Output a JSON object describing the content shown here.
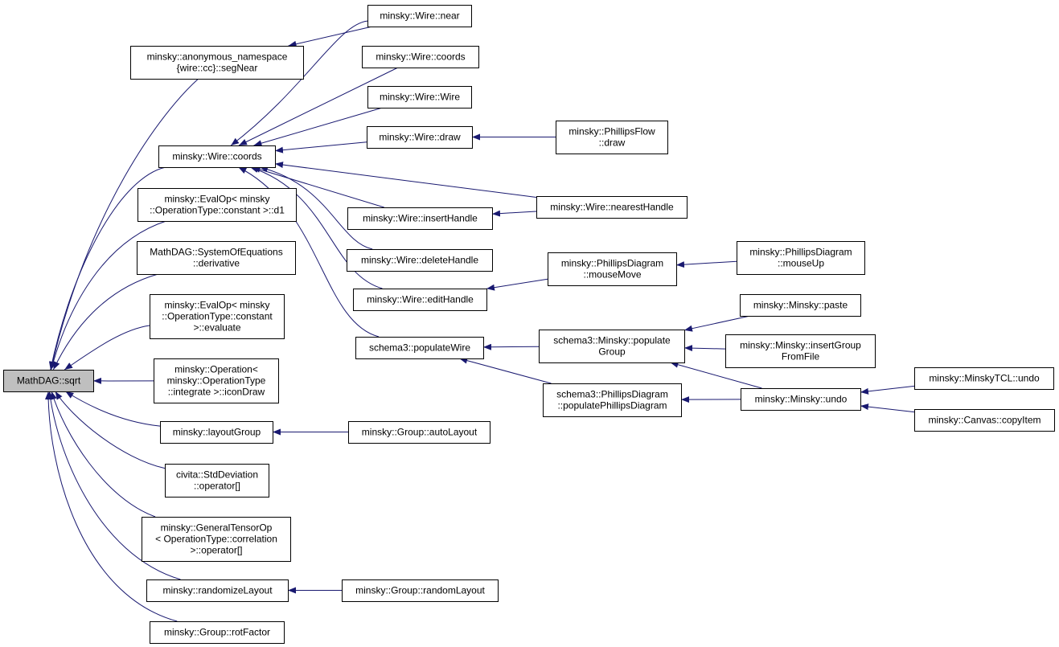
{
  "colors": {
    "edge": "#191970",
    "node_border": "#000000",
    "node_fill": "#ffffff",
    "root_fill": "#bfbfbf",
    "text": "#000000"
  },
  "nodes": [
    {
      "id": "sqrt",
      "lines": [
        "MathDAG::sqrt"
      ],
      "root": true
    },
    {
      "id": "segNear",
      "lines": [
        "minsky::anonymous_namespace",
        "{wire::cc}::segNear"
      ]
    },
    {
      "id": "wireCoordsMain",
      "lines": [
        "minsky::Wire::coords"
      ]
    },
    {
      "id": "evalD1",
      "lines": [
        "minsky::EvalOp< minsky",
        "::OperationType::constant >::d1"
      ]
    },
    {
      "id": "derivative",
      "lines": [
        "MathDAG::SystemOfEquations",
        "::derivative"
      ]
    },
    {
      "id": "evaluate",
      "lines": [
        "minsky::EvalOp< minsky",
        "::OperationType::constant",
        ">::evaluate"
      ]
    },
    {
      "id": "iconDraw",
      "lines": [
        "minsky::Operation<",
        "minsky::OperationType",
        "::integrate >::iconDraw"
      ]
    },
    {
      "id": "layoutGroup",
      "lines": [
        "minsky::layoutGroup"
      ]
    },
    {
      "id": "stdDev",
      "lines": [
        "civita::StdDeviation",
        "::operator[]"
      ]
    },
    {
      "id": "genTensor",
      "lines": [
        "minsky::GeneralTensorOp",
        "< OperationType::correlation",
        ">::operator[]"
      ]
    },
    {
      "id": "randomizeLayout",
      "lines": [
        "minsky::randomizeLayout"
      ]
    },
    {
      "id": "rotFactor",
      "lines": [
        "minsky::Group::rotFactor"
      ]
    },
    {
      "id": "wireNear",
      "lines": [
        "minsky::Wire::near"
      ]
    },
    {
      "id": "wireCoords2",
      "lines": [
        "minsky::Wire::coords"
      ]
    },
    {
      "id": "wireWire",
      "lines": [
        "minsky::Wire::Wire"
      ]
    },
    {
      "id": "wireDraw",
      "lines": [
        "minsky::Wire::draw"
      ]
    },
    {
      "id": "insertHandle",
      "lines": [
        "minsky::Wire::insertHandle"
      ]
    },
    {
      "id": "deleteHandle",
      "lines": [
        "minsky::Wire::deleteHandle"
      ]
    },
    {
      "id": "editHandle",
      "lines": [
        "minsky::Wire::editHandle"
      ]
    },
    {
      "id": "populateWire",
      "lines": [
        "schema3::populateWire"
      ]
    },
    {
      "id": "autoLayout",
      "lines": [
        "minsky::Group::autoLayout"
      ]
    },
    {
      "id": "randomLayout",
      "lines": [
        "minsky::Group::randomLayout"
      ]
    },
    {
      "id": "phillipsFlowDraw",
      "lines": [
        "minsky::PhillipsFlow",
        "::draw"
      ]
    },
    {
      "id": "nearestHandle",
      "lines": [
        "minsky::Wire::nearestHandle"
      ]
    },
    {
      "id": "mouseMove",
      "lines": [
        "minsky::PhillipsDiagram",
        "::mouseMove"
      ]
    },
    {
      "id": "mouseUp",
      "lines": [
        "minsky::PhillipsDiagram",
        "::mouseUp"
      ]
    },
    {
      "id": "populateGroup",
      "lines": [
        "schema3::Minsky::populate",
        "Group"
      ]
    },
    {
      "id": "populatePD",
      "lines": [
        "schema3::PhillipsDiagram",
        "::populatePhillipsDiagram"
      ]
    },
    {
      "id": "paste",
      "lines": [
        "minsky::Minsky::paste"
      ]
    },
    {
      "id": "insertGroupFromFile",
      "lines": [
        "minsky::Minsky::insertGroup",
        "FromFile"
      ]
    },
    {
      "id": "minskyUndo",
      "lines": [
        "minsky::Minsky::undo"
      ]
    },
    {
      "id": "tclUndo",
      "lines": [
        "minsky::MinskyTCL::undo"
      ]
    },
    {
      "id": "copyItem",
      "lines": [
        "minsky::Canvas::copyItem"
      ]
    }
  ],
  "edges": [
    {
      "from": "segNear",
      "to": "sqrt"
    },
    {
      "from": "wireCoordsMain",
      "to": "sqrt"
    },
    {
      "from": "evalD1",
      "to": "sqrt"
    },
    {
      "from": "derivative",
      "to": "sqrt"
    },
    {
      "from": "evaluate",
      "to": "sqrt"
    },
    {
      "from": "iconDraw",
      "to": "sqrt"
    },
    {
      "from": "layoutGroup",
      "to": "sqrt"
    },
    {
      "from": "stdDev",
      "to": "sqrt"
    },
    {
      "from": "genTensor",
      "to": "sqrt"
    },
    {
      "from": "randomizeLayout",
      "to": "sqrt"
    },
    {
      "from": "rotFactor",
      "to": "sqrt"
    },
    {
      "from": "wireNear",
      "to": "segNear"
    },
    {
      "from": "wireNear",
      "to": "wireCoordsMain"
    },
    {
      "from": "wireCoords2",
      "to": "wireCoordsMain"
    },
    {
      "from": "wireWire",
      "to": "wireCoordsMain"
    },
    {
      "from": "wireDraw",
      "to": "wireCoordsMain"
    },
    {
      "from": "nearestHandle",
      "to": "wireCoordsMain"
    },
    {
      "from": "insertHandle",
      "to": "wireCoordsMain"
    },
    {
      "from": "deleteHandle",
      "to": "wireCoordsMain"
    },
    {
      "from": "editHandle",
      "to": "wireCoordsMain"
    },
    {
      "from": "populateWire",
      "to": "wireCoordsMain"
    },
    {
      "from": "autoLayout",
      "to": "layoutGroup"
    },
    {
      "from": "randomLayout",
      "to": "randomizeLayout"
    },
    {
      "from": "phillipsFlowDraw",
      "to": "wireDraw"
    },
    {
      "from": "nearestHandle",
      "to": "insertHandle"
    },
    {
      "from": "mouseMove",
      "to": "editHandle"
    },
    {
      "from": "mouseUp",
      "to": "mouseMove"
    },
    {
      "from": "populateGroup",
      "to": "populateWire"
    },
    {
      "from": "populatePD",
      "to": "populateWire"
    },
    {
      "from": "paste",
      "to": "populateGroup"
    },
    {
      "from": "insertGroupFromFile",
      "to": "populateGroup"
    },
    {
      "from": "minskyUndo",
      "to": "populateGroup"
    },
    {
      "from": "minskyUndo",
      "to": "populatePD"
    },
    {
      "from": "tclUndo",
      "to": "minskyUndo"
    },
    {
      "from": "copyItem",
      "to": "minskyUndo"
    }
  ]
}
